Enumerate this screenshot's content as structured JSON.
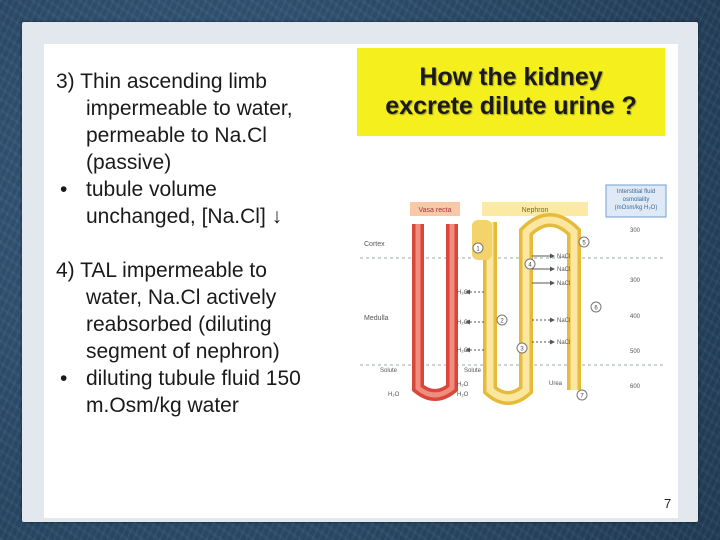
{
  "slide": {
    "title_line1": "How the kidney",
    "title_line2": "excrete dilute urine ?",
    "page_number": "7",
    "point3": {
      "number": "3)",
      "line1": "Thin ascending limb",
      "line2": "impermeable to water,",
      "line3": "permeable to Na.Cl",
      "line4": "(passive)",
      "bullet_line1": "tubule volume",
      "bullet_line2": "unchanged, [Na.Cl] ↓"
    },
    "point4": {
      "number": "4)",
      "line1": "TAL impermeable to",
      "line2": "water, Na.Cl actively",
      "line3": "reabsorbed (diluting",
      "line4": "segment of nephron)",
      "bullet_line1": "diluting tubule fluid 150",
      "bullet_line2": "m.Osm/kg water"
    },
    "bullet_char": "•"
  },
  "diagram": {
    "vasa_recta_label": "Vasa recta",
    "nephron_label": "Nephron",
    "osmolality_line1": "Interstitial fluid",
    "osmolality_line2": "osmolality",
    "osmolality_line3": "(mOsm/kg H₂O)",
    "cortex_label": "Cortex",
    "medulla_label": "Medulla",
    "solute_label": "Solute",
    "solute_label_2": "Solute",
    "h2o_label": "H₂O",
    "nacl_label": "NaCl",
    "urea_label": "Urea",
    "osm_300_top": "300",
    "osm_300_bottom": "300",
    "osm_400": "400",
    "osm_500": "500",
    "osm_600": "600",
    "step_1": "1",
    "step_2": "2",
    "step_3": "3",
    "step_4": "4",
    "step_5": "5",
    "step_6": "6",
    "step_7": "7"
  },
  "colors": {
    "title_bg": "#f5ef1e",
    "vasa_recta": "#d9463a",
    "nephron": "#f3d36a",
    "background": "#2d4f6e"
  }
}
